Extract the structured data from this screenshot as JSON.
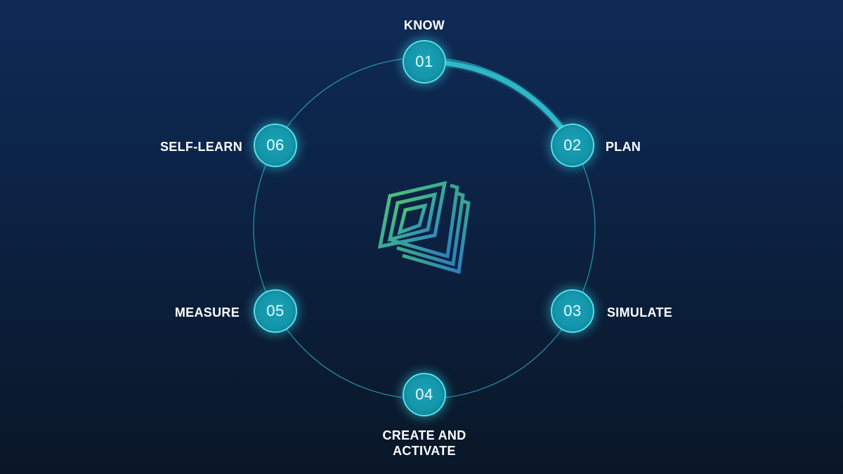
{
  "steps": [
    {
      "number": "01",
      "label": "KNOW"
    },
    {
      "number": "02",
      "label": "PLAN"
    },
    {
      "number": "03",
      "label": "SIMULATE"
    },
    {
      "number": "04",
      "label_line1": "CREATE AND",
      "label_line2": "ACTIVATE"
    },
    {
      "number": "05",
      "label": "MEASURE"
    },
    {
      "number": "06",
      "label": "SELF-LEARN"
    }
  ],
  "progress": {
    "from_step": "01",
    "to_step": "02"
  },
  "colors": {
    "background_top": "#0f2a55",
    "background_bottom": "#0a1727",
    "ring": "#2fb7c6",
    "node_fill": "#1393a8",
    "node_border": "#56e0ee",
    "logo_green": "#4cc46a",
    "logo_blue": "#2b7fcf"
  },
  "center_icon": "layered-logo-icon"
}
